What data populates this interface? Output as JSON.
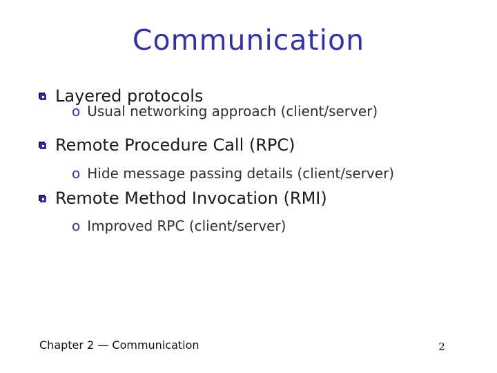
{
  "slide": {
    "title": "Communication",
    "bullets": [
      {
        "label": "Layered protocols",
        "sub": "Usual networking approach (client/server)"
      },
      {
        "label": "Remote Procedure Call (RPC)",
        "sub": "Hide message passing details (client/server)"
      },
      {
        "label": "Remote Method Invocation (RMI)",
        "sub": "Improved RPC (client/server)"
      }
    ],
    "sub_marker": "o",
    "footer": "Chapter 2 — Communication",
    "page_number": "2",
    "colors": {
      "background": "#ffffff",
      "title": "#3333a3",
      "bullet_square": "#333399",
      "bullet_square_shadow": "#15155e",
      "sub_marker": "#333399",
      "main_text": "#1a1a1a",
      "sub_text": "#2e2e2e",
      "footer_text": "#111111"
    }
  }
}
